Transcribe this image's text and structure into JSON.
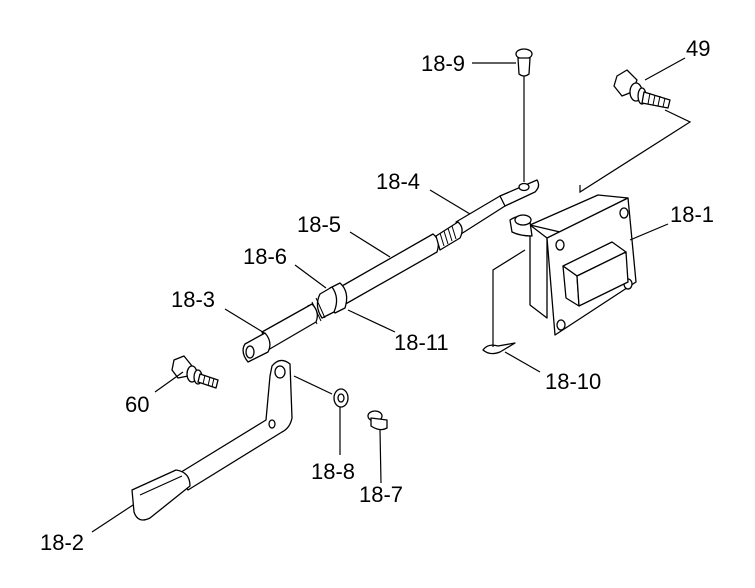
{
  "labels": {
    "p18_1": "18-1",
    "p18_2": "18-2",
    "p18_3": "18-3",
    "p18_4": "18-4",
    "p18_5": "18-5",
    "p18_6": "18-6",
    "p18_7": "18-7",
    "p18_8": "18-8",
    "p18_9": "18-9",
    "p18_10": "18-10",
    "p18_11": "18-11",
    "p49": "49",
    "p60": "60"
  }
}
